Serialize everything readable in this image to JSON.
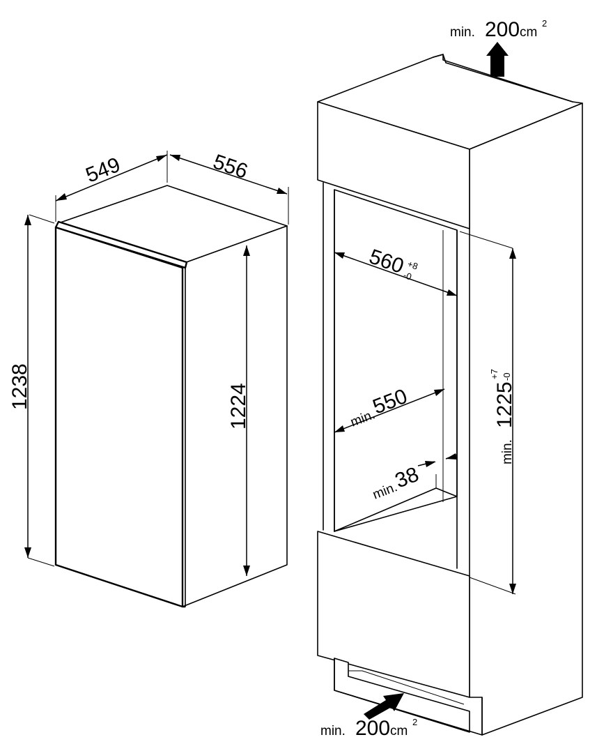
{
  "appliance": {
    "width": "549",
    "depth": "556",
    "total_height": "1238",
    "body_height": "1224"
  },
  "niche": {
    "width_value": "560",
    "width_tol_plus": "+8",
    "width_tol_minus": "-0",
    "min_depth_prefix": "min.",
    "min_depth_value": "550",
    "min_gap_prefix": "min.",
    "min_gap_value": "38",
    "height_prefix": "min.",
    "height_value": "1225",
    "height_tol_plus": "+7",
    "height_tol_minus": "-0"
  },
  "vent_top": {
    "prefix": "min.",
    "value": "200",
    "unit": "cm",
    "exp": "2"
  },
  "vent_bottom": {
    "prefix": "min.",
    "value": "200",
    "unit": "cm",
    "exp": "2"
  }
}
